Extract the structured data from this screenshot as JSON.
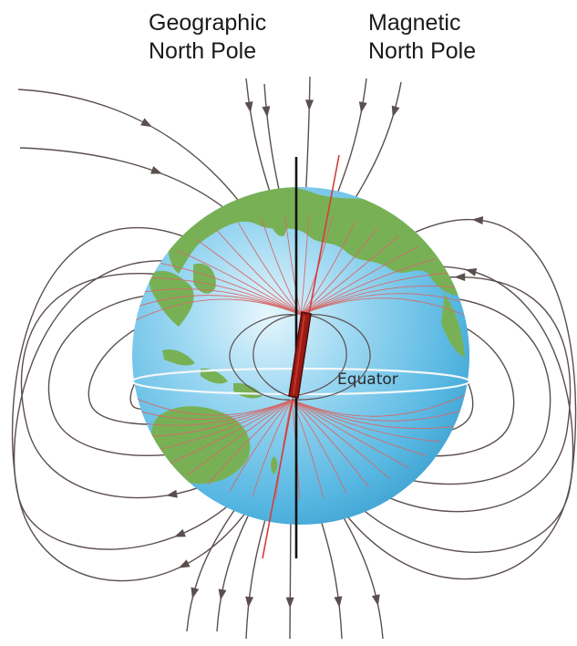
{
  "labels": {
    "geographic_line1": "Geographic",
    "geographic_line2": "North Pole",
    "magnetic_line1": "Magnetic",
    "magnetic_line2": "North Pole",
    "equator": "Equator"
  },
  "colors": {
    "field_line": "#5b4e4e",
    "ocean": "#5ebde6",
    "land": "#78b155",
    "bar_magnet": "#9a1a14",
    "magnetic_axis": "#d43c3c",
    "geographic_axis": "#111111",
    "equator_line": "#f2f7fa"
  },
  "icons": [
    "earth-globe",
    "bar-magnet",
    "field-line-arrow"
  ]
}
